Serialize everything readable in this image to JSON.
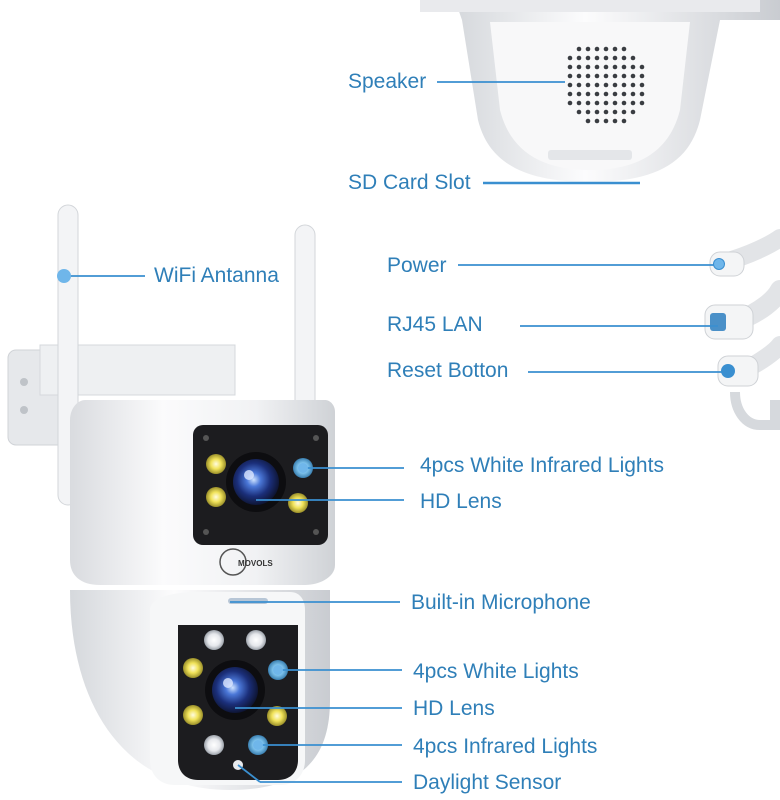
{
  "brand": {
    "logo_text": "MOVOLS"
  },
  "colors": {
    "label": "#2f7fb8",
    "leader": "#3a8fd0",
    "body": "#f2f3f5",
    "panel": "#1c1c1f"
  },
  "callouts": {
    "speaker": "Speaker",
    "sd_card_slot": "SD Card Slot",
    "wifi_antenna": "WiFi Antanna",
    "power": "Power",
    "rj45_lan": "RJ45 LAN",
    "reset_button": "Reset Botton",
    "upper_ir_lights": "4pcs White Infrared Lights",
    "upper_lens": "HD Lens",
    "microphone": "Built-in Microphone",
    "lower_white_lights": "4pcs White Lights",
    "lower_lens": "HD Lens",
    "lower_ir_lights": "4pcs Infrared Lights",
    "daylight_sensor": "Daylight Sensor"
  }
}
